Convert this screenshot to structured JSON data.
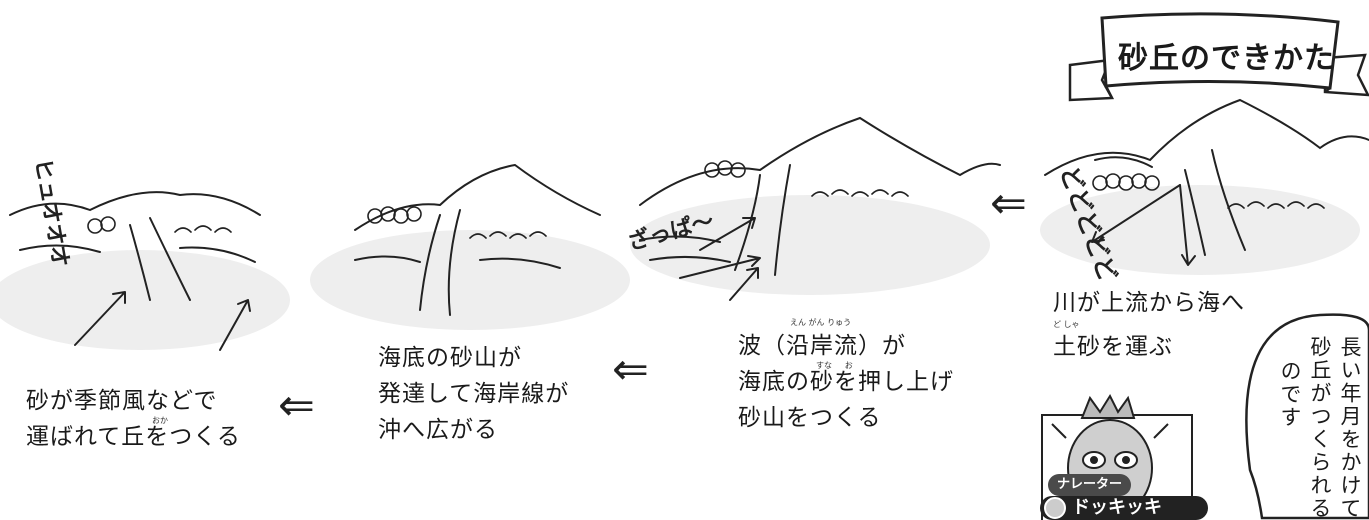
{
  "title": "砂丘のできかた",
  "steps": [
    {
      "sfx": "どどどどど",
      "lines": [
        "川が上流から海へ",
        "土砂を運ぶ"
      ],
      "ruby": "ど しゃ"
    },
    {
      "sfx": "ざっぱ〜",
      "lines": [
        "波（沿岸流）が",
        "海底の砂を押し上げ",
        "砂山をつくる"
      ],
      "ruby_line1": "えん がん りゅう",
      "ruby_line2": "すな     お"
    },
    {
      "lines": [
        "海底の砂山が",
        "発達して海岸線が",
        "沖へ広がる"
      ]
    },
    {
      "sfx": "ヒュオオオ",
      "lines": [
        "砂が季節風などで",
        "運ばれて丘をつくる"
      ],
      "ruby": "おか"
    }
  ],
  "flow_arrow": "⇐",
  "narrator": {
    "role_label": "ナレーター",
    "name": "ドッキッキ",
    "speech_lines": [
      "長い年月をかけて",
      "砂丘がつくられる",
      "のです"
    ]
  }
}
